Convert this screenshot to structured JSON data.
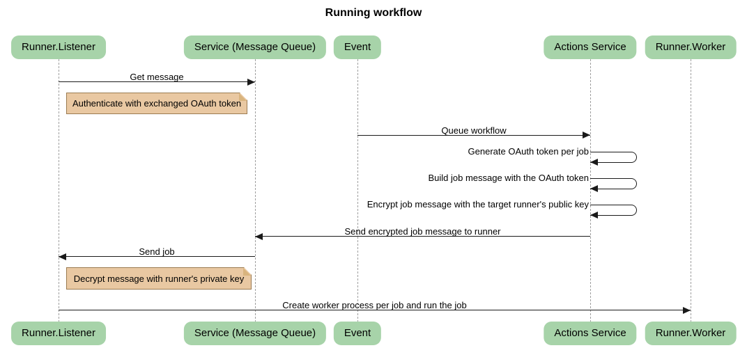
{
  "title": "Running workflow",
  "actors": [
    {
      "label": "Runner.Listener"
    },
    {
      "label": "Service (Message Queue)"
    },
    {
      "label": "Event"
    },
    {
      "label": "Actions Service"
    },
    {
      "label": "Runner.Worker"
    }
  ],
  "messages": [
    {
      "label": "Get message",
      "from": "Runner.Listener",
      "to": "Service (Message Queue)",
      "kind": "solid-arrow"
    },
    {
      "label": "Queue workflow",
      "from": "Event",
      "to": "Actions Service",
      "kind": "solid-arrow"
    },
    {
      "label": "Generate OAuth token per job",
      "from": "Actions Service",
      "to": "Actions Service",
      "kind": "self-arrow"
    },
    {
      "label": "Build job message with the OAuth token",
      "from": "Actions Service",
      "to": "Actions Service",
      "kind": "self-arrow"
    },
    {
      "label": "Encrypt job message with the target runner's public key",
      "from": "Actions Service",
      "to": "Actions Service",
      "kind": "self-arrow"
    },
    {
      "label": "Send encrypted job message to runner",
      "from": "Actions Service",
      "to": "Service (Message Queue)",
      "kind": "solid-arrow"
    },
    {
      "label": "Send job",
      "from": "Service (Message Queue)",
      "to": "Runner.Listener",
      "kind": "solid-arrow"
    },
    {
      "label": "Create worker process per job and run the job",
      "from": "Runner.Listener",
      "to": "Runner.Worker",
      "kind": "solid-arrow"
    }
  ],
  "notes": [
    {
      "label": "Authenticate with exchanged OAuth token",
      "over": "Runner.Listener"
    },
    {
      "label": "Decrypt message with runner's private key",
      "over": "Runner.Listener"
    }
  ],
  "colors": {
    "actor_fill": "#a7d3a9",
    "note_fill": "#e9c8a2",
    "note_border": "#9b7b51",
    "line": "#1a1a1a",
    "lifeline": "#9e9e9e"
  }
}
